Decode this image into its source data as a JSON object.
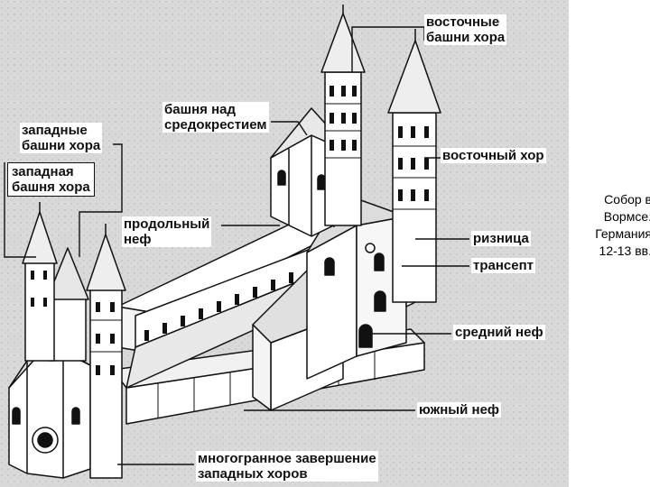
{
  "labels": {
    "east_choir_towers": "восточные\nбашни хора",
    "crossing_tower": "башня над\nсредокрестием",
    "west_choir_towers": "западные\nбашни хора",
    "west_choir_tower": "западная\nбашня хора",
    "east_choir": "восточный хор",
    "nave": "продольный\nнеф",
    "sacristy": "ризница",
    "transept": "трансепт",
    "central_nave": "средний неф",
    "south_nave": "южный неф",
    "west_choir_polygonal_end": "многогранное завершение\nзападных хоров"
  },
  "caption": {
    "line1": "Собор в",
    "line2": "Вормсе.",
    "line3": "Германия",
    "line4": "12-13 вв."
  }
}
